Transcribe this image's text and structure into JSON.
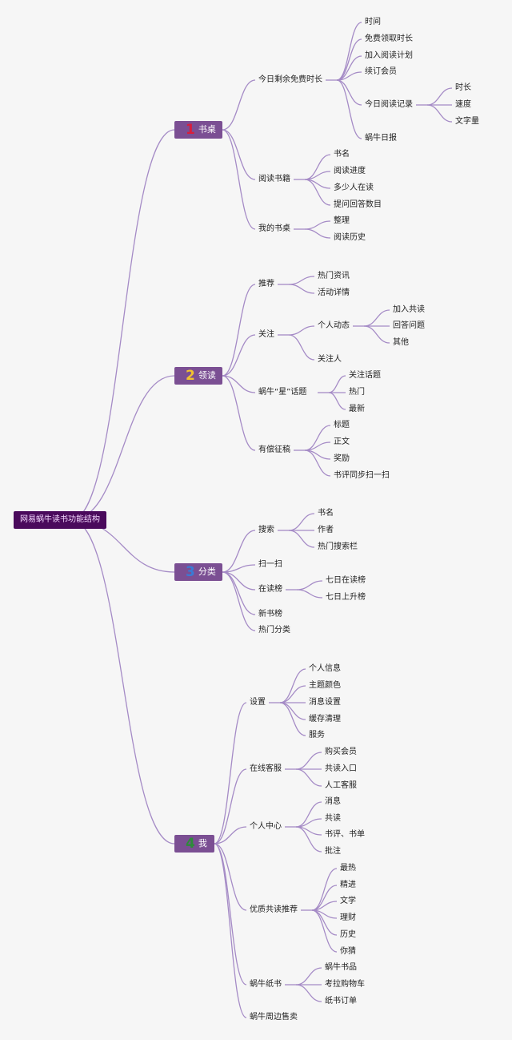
{
  "colors": {
    "line": "#a58bc6",
    "branch_bg": "#7b4f93",
    "root_bg": "#4a0a5c",
    "background": "#f6f6f6"
  },
  "root": {
    "label": "网易蜗牛读书功能结构"
  },
  "branches": [
    {
      "id": "b1",
      "num": "1",
      "num_color": "#d81e3c",
      "label": "书桌",
      "children": [
        {
          "id": "b1c1",
          "label": "今日剩余免费时长",
          "children": [
            {
              "id": "b1c1g1",
              "label": "时间"
            },
            {
              "id": "b1c1g2",
              "label": "免费领取时长"
            },
            {
              "id": "b1c1g3",
              "label": "加入阅读计划"
            },
            {
              "id": "b1c1g4",
              "label": "续订会员"
            },
            {
              "id": "b1c1g5",
              "label": "今日阅读记录",
              "children": [
                {
                  "id": "b1c1g5h1",
                  "label": "时长"
                },
                {
                  "id": "b1c1g5h2",
                  "label": "速度"
                },
                {
                  "id": "b1c1g5h3",
                  "label": "文字量"
                }
              ]
            },
            {
              "id": "b1c1g6",
              "label": "蜗牛日报"
            }
          ]
        },
        {
          "id": "b1c2",
          "label": "阅读书籍",
          "children": [
            {
              "id": "b1c2g1",
              "label": "书名"
            },
            {
              "id": "b1c2g2",
              "label": "阅读进度"
            },
            {
              "id": "b1c2g3",
              "label": "多少人在读"
            },
            {
              "id": "b1c2g4",
              "label": "提问回答数目"
            }
          ]
        },
        {
          "id": "b1c3",
          "label": "我的书桌",
          "children": [
            {
              "id": "b1c3g1",
              "label": "整理"
            },
            {
              "id": "b1c3g2",
              "label": "阅读历史"
            }
          ]
        }
      ]
    },
    {
      "id": "b2",
      "num": "2",
      "num_color": "#f2c230",
      "label": "领读",
      "children": [
        {
          "id": "b2c1",
          "label": "推荐",
          "children": [
            {
              "id": "b2c1g1",
              "label": "热门资讯"
            },
            {
              "id": "b2c1g2",
              "label": "活动详情"
            }
          ]
        },
        {
          "id": "b2c2",
          "label": "关注",
          "children": [
            {
              "id": "b2c2g1",
              "label": "个人动态",
              "children": [
                {
                  "id": "b2c2g1h1",
                  "label": "加入共读"
                },
                {
                  "id": "b2c2g1h2",
                  "label": "回答问题"
                },
                {
                  "id": "b2c2g1h3",
                  "label": "其他"
                }
              ]
            },
            {
              "id": "b2c2g2",
              "label": "关注人"
            }
          ]
        },
        {
          "id": "b2c3",
          "label": "蜗牛“星”话题",
          "children": [
            {
              "id": "b2c3g1",
              "label": "关注话题"
            },
            {
              "id": "b2c3g2",
              "label": "热门"
            },
            {
              "id": "b2c3g3",
              "label": "最新"
            }
          ]
        },
        {
          "id": "b2c4",
          "label": "有偿征稿",
          "children": [
            {
              "id": "b2c4g1",
              "label": "标题"
            },
            {
              "id": "b2c4g2",
              "label": "正文"
            },
            {
              "id": "b2c4g3",
              "label": "奖励"
            },
            {
              "id": "b2c4g4",
              "label": "书评同步扫一扫"
            }
          ]
        }
      ]
    },
    {
      "id": "b3",
      "num": "3",
      "num_color": "#3a7bd5",
      "label": "分类",
      "children": [
        {
          "id": "b3c1",
          "label": "搜索",
          "children": [
            {
              "id": "b3c1g1",
              "label": "书名"
            },
            {
              "id": "b3c1g2",
              "label": "作者"
            },
            {
              "id": "b3c1g3",
              "label": "热门搜索栏"
            }
          ]
        },
        {
          "id": "b3c2",
          "label": "扫一扫"
        },
        {
          "id": "b3c3",
          "label": "在读榜",
          "children": [
            {
              "id": "b3c3g1",
              "label": "七日在读榜"
            },
            {
              "id": "b3c3g2",
              "label": "七日上升榜"
            }
          ]
        },
        {
          "id": "b3c4",
          "label": "新书榜"
        },
        {
          "id": "b3c5",
          "label": "热门分类"
        }
      ]
    },
    {
      "id": "b4",
      "num": "4",
      "num_color": "#2e8b3a",
      "label": "我",
      "children": [
        {
          "id": "b4c1",
          "label": "设置",
          "children": [
            {
              "id": "b4c1g1",
              "label": "个人信息"
            },
            {
              "id": "b4c1g2",
              "label": "主题颜色"
            },
            {
              "id": "b4c1g3",
              "label": "消息设置"
            },
            {
              "id": "b4c1g4",
              "label": "缓存清理"
            },
            {
              "id": "b4c1g5",
              "label": "服务"
            }
          ]
        },
        {
          "id": "b4c2",
          "label": "在线客服",
          "children": [
            {
              "id": "b4c2g1",
              "label": "购买会员"
            },
            {
              "id": "b4c2g2",
              "label": "共读入口"
            },
            {
              "id": "b4c2g3",
              "label": "人工客服"
            }
          ]
        },
        {
          "id": "b4c3",
          "label": "个人中心",
          "children": [
            {
              "id": "b4c3g1",
              "label": "消息"
            },
            {
              "id": "b4c3g2",
              "label": "共读"
            },
            {
              "id": "b4c3g3",
              "label": "书评、书单"
            },
            {
              "id": "b4c3g4",
              "label": "批注"
            }
          ]
        },
        {
          "id": "b4c4",
          "label": "优质共读推荐",
          "children": [
            {
              "id": "b4c4g1",
              "label": "最热"
            },
            {
              "id": "b4c4g2",
              "label": "精进"
            },
            {
              "id": "b4c4g3",
              "label": "文学"
            },
            {
              "id": "b4c4g4",
              "label": "理财"
            },
            {
              "id": "b4c4g5",
              "label": "历史"
            },
            {
              "id": "b4c4g6",
              "label": "你猜"
            }
          ]
        },
        {
          "id": "b4c5",
          "label": "蜗牛纸书",
          "children": [
            {
              "id": "b4c5g1",
              "label": "蜗牛书品"
            },
            {
              "id": "b4c5g2",
              "label": "考拉购物车"
            },
            {
              "id": "b4c5g3",
              "label": "纸书订单"
            }
          ]
        },
        {
          "id": "b4c6",
          "label": "蜗牛周边售卖"
        }
      ]
    }
  ]
}
